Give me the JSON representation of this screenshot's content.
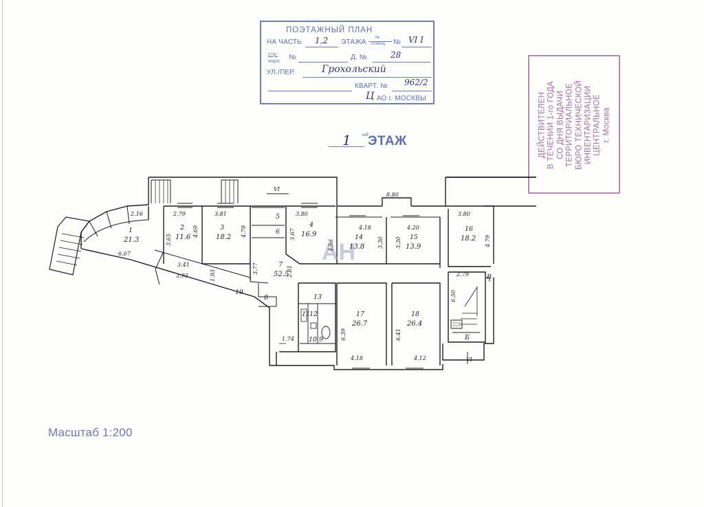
{
  "header_stamp": {
    "title": "ПОЭТАЖНЫЙ ПЛАН",
    "on_part_label": "НА ЧАСТЬ",
    "on_part_value": "1,2",
    "floor_label": "ЭТАЖА",
    "room_no_label_top": "№",
    "room_no_label_bottom": "помещ.",
    "room_no_symbol": "№",
    "room_no_value": "VI  I",
    "building_label_top": "стр.",
    "building_label_bottom": "корп.",
    "building_no": "№",
    "house_label": "Д. №",
    "house_value": "28",
    "street_label": "УЛ./ПЕР.",
    "street_value": "Грохольский",
    "block_label": "КВАРТ. №",
    "block_value": "962/2",
    "district_value": "Ц",
    "district_label": "АО г. МОСКВЫ"
  },
  "floor": {
    "number": "1",
    "superscript": "ый",
    "label": "ЭТАЖ"
  },
  "validity_stamp": {
    "lines": [
      "ДЕЙСТВИТЕЛЕН",
      "В ТЕЧЕНИИ 1-го ГОДА",
      "СО ДНЯ ВЫДАЧИ",
      "ТЕРРИТОРИАЛЬНОЕ",
      "БЮРО ТЕХНИЧЕСКОЙ",
      "ИНВЕНТАРИЗАЦИИ",
      "ЦЕНТРАЛЬНОЕ",
      "г. Москва"
    ]
  },
  "scale_label": "Масштаб 1:200",
  "watermark": "АН",
  "section_mark": "VI",
  "rooms": [
    {
      "no": "1",
      "area": "21.3"
    },
    {
      "no": "2",
      "area": "11.6"
    },
    {
      "no": "3",
      "area": "18.2"
    },
    {
      "no": "4",
      "area": "16.9"
    },
    {
      "no": "5",
      "area": ""
    },
    {
      "no": "6",
      "area": ""
    },
    {
      "no": "7",
      "area": "52.5"
    },
    {
      "no": "8",
      "area": ""
    },
    {
      "no": "9",
      "area": ""
    },
    {
      "no": "10",
      "area": ""
    },
    {
      "no": "11",
      "area": ""
    },
    {
      "no": "12",
      "area": ""
    },
    {
      "no": "13",
      "area": ""
    },
    {
      "no": "14",
      "area": "13.8"
    },
    {
      "no": "15",
      "area": "13.9"
    },
    {
      "no": "16",
      "area": "18.2"
    },
    {
      "no": "17",
      "area": "26.7"
    },
    {
      "no": "18",
      "area": "26.4"
    },
    {
      "no": "19",
      "area": ""
    },
    {
      "no": "Б",
      "area": ""
    },
    {
      "no": "В",
      "area": ""
    }
  ],
  "dimensions": {
    "d_216": "2.16",
    "d_279a": "2.79",
    "d_381": "3.81",
    "d_380a": "3.80",
    "d_418": "4.18",
    "d_420": "4.20",
    "d_380b": "3.80",
    "d_880": "8.80",
    "d_469": "4.69",
    "d_479a": "4.79",
    "d_365": "3.65",
    "d_367": "3.67",
    "d_456": "4.56",
    "d_330a": "3.30",
    "d_330b": "3.30",
    "d_479b": "4.79",
    "d_607": "6.07",
    "d_341": "3.41",
    "d_393": "3.93",
    "d_193": "1.93",
    "d_377": "3.77",
    "d_281": "2.81",
    "d_279b": "2.79",
    "d_650": "6.50",
    "d_639": "6.39",
    "d_641": "6.41",
    "d_174": "1.74",
    "d_418b": "4.18",
    "d_412": "4.12"
  }
}
